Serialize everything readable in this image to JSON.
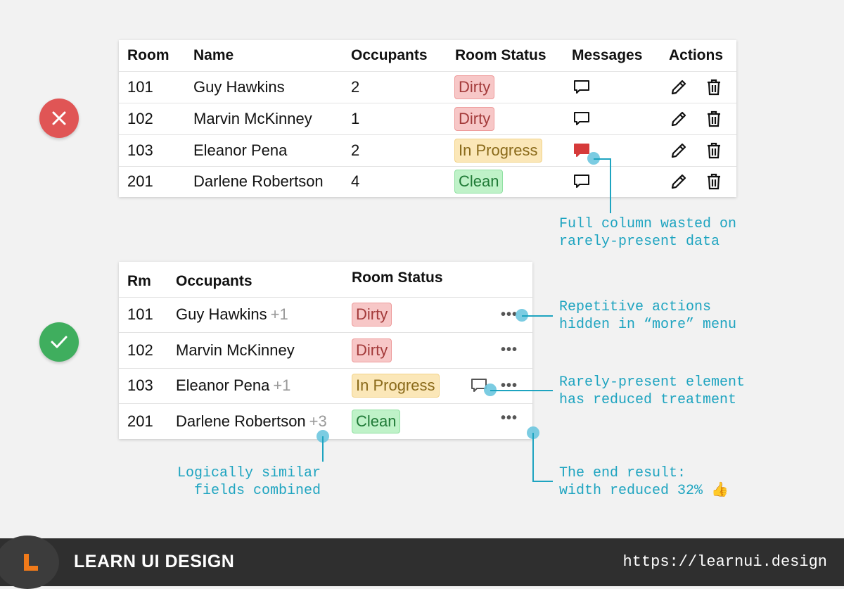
{
  "bad_table": {
    "headers": [
      "Room",
      "Name",
      "Occupants",
      "Room Status",
      "Messages",
      "Actions"
    ],
    "rows": [
      {
        "room": "101",
        "name": "Guy Hawkins",
        "occupants": "2",
        "status": "Dirty"
      },
      {
        "room": "102",
        "name": "Marvin McKinney",
        "occupants": "1",
        "status": "Dirty"
      },
      {
        "room": "103",
        "name": "Eleanor Pena",
        "occupants": "2",
        "status": "In Progress"
      },
      {
        "room": "201",
        "name": "Darlene Robertson",
        "occupants": "4",
        "status": "Clean"
      }
    ]
  },
  "good_table": {
    "headers": [
      "Rm",
      "Occupants",
      "Room Status"
    ],
    "rows": [
      {
        "room": "101",
        "name": "Guy Hawkins",
        "extra": "+1",
        "status": "Dirty",
        "more": "•••"
      },
      {
        "room": "102",
        "name": "Marvin McKinney",
        "extra": "",
        "status": "Dirty",
        "more": "•••"
      },
      {
        "room": "103",
        "name": "Eleanor Pena",
        "extra": "+1",
        "status": "In Progress",
        "more": "•••"
      },
      {
        "room": "201",
        "name": "Darlene Robertson",
        "extra": "+3",
        "status": "Clean",
        "more": "•••"
      }
    ]
  },
  "annotations": {
    "full_column": "Full column wasted on\nrarely-present data",
    "repetitive": "Repetitive actions\nhidden in “more” menu",
    "rarely": "Rarely-present element\nhas reduced treatment",
    "end_result": "The end result:\nwidth reduced 32% 👍",
    "combined": "Logically similar\n  fields combined"
  },
  "footer": {
    "brand": "LEARN UI DESIGN",
    "url": "https://learnui.design"
  },
  "colors": {
    "bad": "#e05555",
    "good": "#3fae5e",
    "annotation": "#1ea4c0",
    "brand_orange": "#f07a1a"
  },
  "icons": [
    "close-icon",
    "check-icon",
    "message-icon",
    "pencil-icon",
    "trash-icon",
    "more-icon",
    "logo-icon"
  ]
}
